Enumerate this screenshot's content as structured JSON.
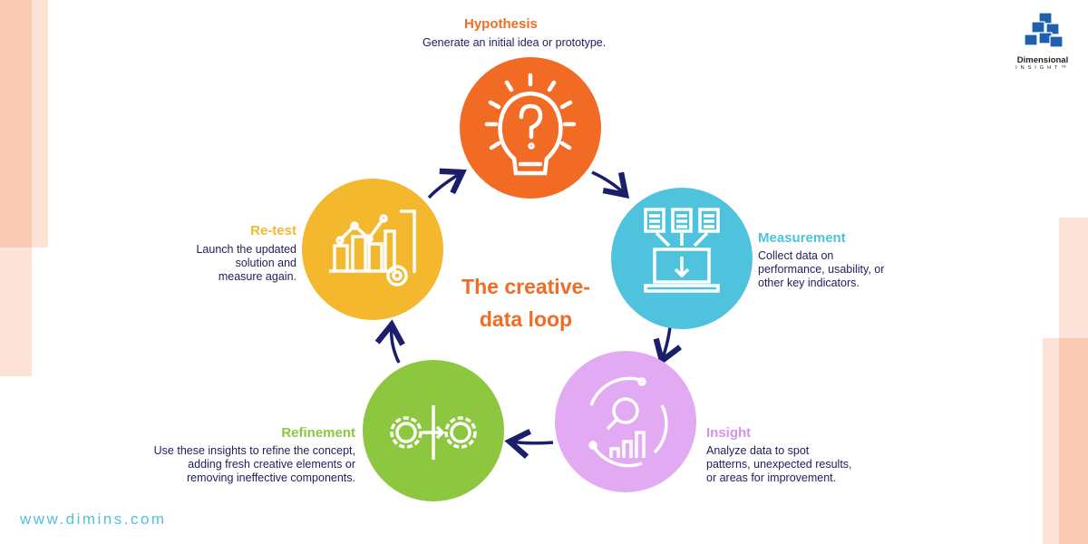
{
  "center_title": "The creative-data loop",
  "center_lines": [
    "The creative-",
    "data loop"
  ],
  "website": "www.dimins.com",
  "logo": {
    "name": "Dimensional",
    "sub": "INSIGHT™"
  },
  "colors": {
    "hypothesis": "#f26b24",
    "measurement": "#4fc3dd",
    "insight": "#e2aaf2",
    "refinement": "#8dc63f",
    "retest": "#f3b82e",
    "arrow": "#1b1f6b"
  },
  "steps": {
    "hypothesis": {
      "title": "Hypothesis",
      "text": "Generate an initial idea or prototype.",
      "icon": "lightbulb-question-icon"
    },
    "measurement": {
      "title": "Measurement",
      "lines": [
        "Collect data on",
        "performance, usability, or",
        "other key indicators."
      ],
      "icon": "laptop-documents-icon"
    },
    "insight": {
      "title": "Insight",
      "lines": [
        "Analyze data to spot",
        "patterns, unexpected results,",
        "or areas for improvement."
      ],
      "icon": "analysis-chart-icon"
    },
    "refinement": {
      "title": "Refinement",
      "lines": [
        "Use these insights to refine the concept,",
        "adding fresh creative elements or",
        "removing ineffective components."
      ],
      "icon": "gears-transform-icon"
    },
    "retest": {
      "title": "Re-test",
      "lines": [
        "Launch the updated",
        "solution and",
        "measure again."
      ],
      "icon": "chart-gear-icon"
    }
  }
}
